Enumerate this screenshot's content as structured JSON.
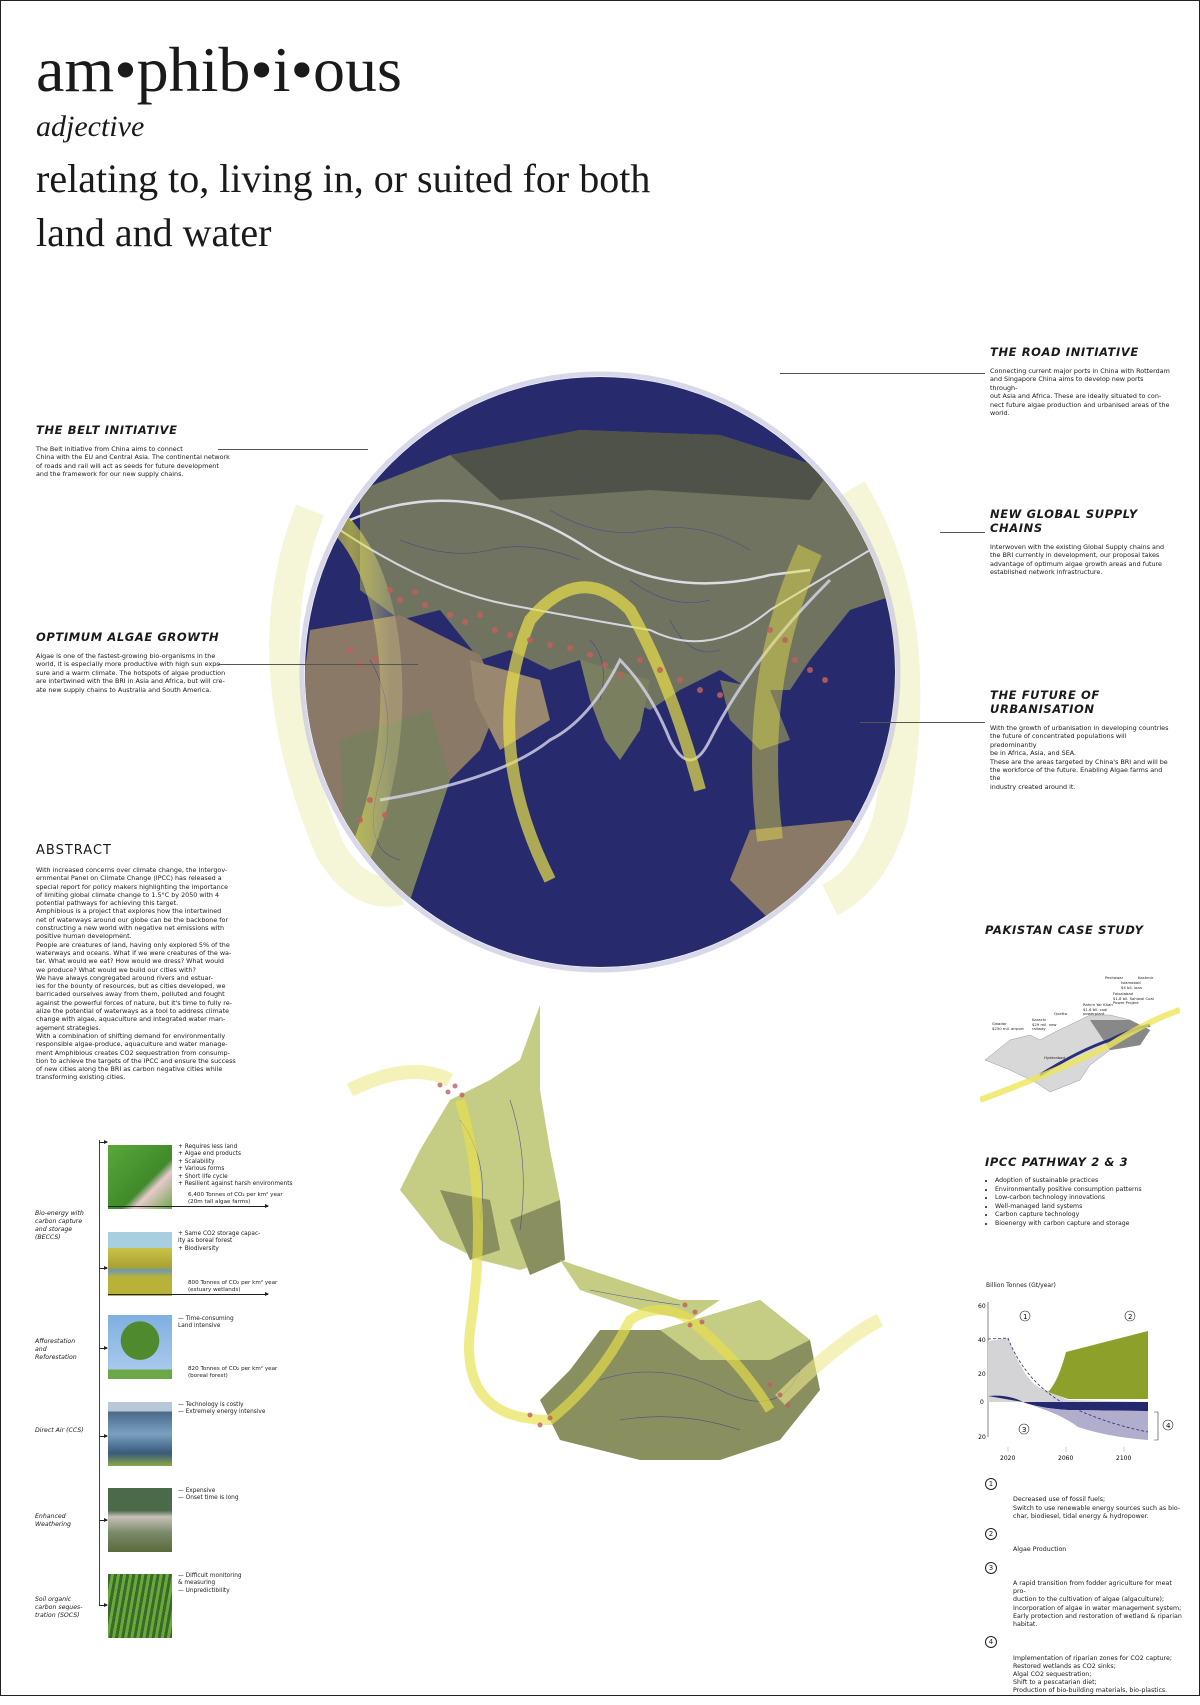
{
  "header": {
    "word": "am•phib•i•ous",
    "part_of_speech": "adjective",
    "definition": "relating to, living in, or suited for both land and water"
  },
  "sections": {
    "belt": {
      "title": "THE BELT INITIATIVE",
      "body": "The Belt initiative from China aims to connect\nChina with the EU and Central Asia. The continental network\nof roads and rail will act as seeds for future development\nand the framework for our new supply chains."
    },
    "road": {
      "title": "THE ROAD INITIATIVE",
      "body": "Connecting current major ports in China with Rotterdam\nand Singapore China aims to develop new ports through-\nout Asia and Africa. These are ideally situated to con-\nnect future algae production and urbanised areas of the\nworld."
    },
    "supply": {
      "title": "NEW GLOBAL SUPPLY CHAINS",
      "body": "Interwoven with the existing Global Supply chains and\nthe BRI currently in development, our proposal takes\nadvantage of optimum algae growth areas and future\nestablished network infrastructure."
    },
    "algae": {
      "title": "OPTIMUM ALGAE GROWTH",
      "body": "Algae is one of the fastest-growing bio-organisms in the\nworld, it is especially more productive with high sun expo-\nsure and a warm climate. The hotspots of algae production\nare intertwined with the BRI in Asia and Africa, but will cre-\nate new supply chains to Australia and South America."
    },
    "urban": {
      "title": "THE FUTURE OF URBANISATION",
      "body": "With the growth of urbanisation in developing countries\nthe future of concentrated populations will predominantly\nbe in Africa, Asia, and SEA.\nThese are the areas targeted by China's BRI and will be\nthe workforce of the future. Enabling Algae farms and the\nindustry created around it."
    },
    "abstract": {
      "title": "ABSTRACT",
      "body": "With increased concerns over climate change, the Intergov-\nernmental Panel on Climate Change (IPCC) has released a\nspecial report for policy makers highlighting the importance\nof limiting global climate change to 1.5°C by 2050 with 4\npotential pathways for achieving this target.\nAmphibious is a project that explores how the intertwined\nnet of waterways around our globe can be the backbone for\nconstructing a new world with negative net emissions with\npositive human development.\nPeople are creatures of land, having only explored 5% of the\nwaterways and oceans. What if we were creatures of the wa-\nter. What would we eat? How would we dress? What would\nwe produce?  What would we build our cities with?\nWe have always congregated around rivers and estuar-\nies for the bounty of resources, but as cities developed, we\nbarricaded ourselves away from them, polluted and fought\nagainst the powerful forces of nature, but it's time to fully re-\nalize the potential of waterways as a tool to address climate\nchange with algae, aquaculture and integrated water man-\nagement strategies.\nWith a combination of shifting demand for environmentally\nresponsible algae-produce, aquaculture and water manage-\nment Amphibious creates CO2 sequestration from consump-\ntion to achieve the targets of the IPCC and ensure the success\nof new cities along the BRI as carbon negative cities while\ntransforming existing cities."
    },
    "pakistan": {
      "title": "PAKISTAN CASE STUDY"
    },
    "ipcc": {
      "title": "IPCC PATHWAY 2 & 3",
      "items": [
        "Adoption of sustainable practices",
        "Environmentally positive consumption patterns",
        "Low-carbon technology innovations",
        "Well-managed land systems",
        "Carbon capture technology",
        "Bioenergy with carbon capture and storage"
      ]
    }
  },
  "pakistan_labels": {
    "gwadar": "Gwadar\n$250 mil. airport",
    "karachi": "Karachi\n$29 mil. new\nrailway",
    "quetta": "Quetta",
    "rahim": "Rahim Yar Khan\n$1.6 bil. coal\npowerplant",
    "hyderabad": "Hyderabad",
    "peshawar": "Peshawar",
    "islamabad": "Islamabad\n$4 bil. loan",
    "faisalabad": "Faisalabad\n$1.8 bil. Sahiwal Coal\nPower Project",
    "kashmir": "Kashmir"
  },
  "cdr": {
    "methods": [
      {
        "label": "Bio-energy with carbon capture and storage (BECCS)"
      },
      {
        "label": "Afforestation and Reforestation"
      },
      {
        "label": "Direct Air (CCS)"
      },
      {
        "label": "Enhanced Weathering"
      },
      {
        "label": "Soil organic carbon seques-tration (SOCS)"
      }
    ],
    "algae_notes": "+ Requires less land\n+ Algae end products\n+ Scalability\n+ Various forms\n+ Short life cycle\n+ Resilient against harsh environments",
    "algae_rate": "6,400 Tonnes of CO₂ per km² year\n(20m tall algae farms)",
    "wetland_notes": "+ Same CO2 storage capac-\n   ity as boreal forest\n+ Biodiversity",
    "wetland_rate": "800 Tonnes of CO₂ per km² year\n(estuary wetlands)",
    "forest_notes": "— Time-consuming\n   Land intensive",
    "forest_rate": "820 Tonnes of CO₂ per km² year\n(boreal forest)",
    "dac_notes": "— Technology is costly\n— Extremely energy intensive",
    "weathering_notes": "— Expensive\n— Onset time is long",
    "socs_notes": "— Difficult monitoring\n   & measuring\n— Unpredictibility"
  },
  "chart_data": {
    "type": "area",
    "title": "",
    "ylabel": "Billion Tonnes (Gt/year)",
    "xlabel": "",
    "x_ticks": [
      2020,
      2060,
      2100
    ],
    "y_ticks": [
      60,
      40,
      20,
      0,
      -20
    ],
    "ylim": [
      -20,
      60
    ],
    "xlim": [
      2010,
      2120
    ],
    "x": [
      2010,
      2020,
      2030,
      2040,
      2050,
      2060,
      2070,
      2080,
      2090,
      2100,
      2110,
      2120
    ],
    "series": [
      {
        "name": "1 Fossil fuel emissions (grey)",
        "color": "#d4d4d6",
        "values": [
          37,
          39,
          22,
          11,
          5,
          2,
          2,
          2,
          2,
          2,
          2,
          2
        ]
      },
      {
        "name": "2 Algae production (green)",
        "color": "#8da02a",
        "values": [
          0,
          0,
          0,
          8,
          14,
          32,
          34,
          36,
          38,
          40,
          42,
          44
        ]
      },
      {
        "name": "3 Agriculture / navy band",
        "color": "#24286e",
        "values": [
          4,
          3,
          0,
          -3,
          -4,
          -4,
          -4,
          -4,
          -5,
          -5,
          -5,
          -5
        ]
      },
      {
        "name": "4 Riparian / wetland CO2 capture (lavender)",
        "color": "#a7a4c8",
        "values": [
          0,
          0,
          -2,
          -7,
          -12,
          -16,
          -18,
          -19,
          -20,
          -20,
          -21,
          -21
        ]
      }
    ],
    "annotations": [
      "1",
      "2",
      "3",
      "4"
    ],
    "grid": false,
    "legend_position": "below"
  },
  "legend": {
    "items": [
      {
        "num": "1",
        "text": "Decreased use of fossil fuels;\nSwitch to use renewable energy sources such as bio-\nchar, biodiesel, tidal energy & hydropower."
      },
      {
        "num": "2",
        "text": "Algae Production"
      },
      {
        "num": "3",
        "text": "A rapid transition from fodder agriculture for meat pro-\nduction to the cultivation of algae (algaculture);\nIncorporation of algae in water management system;\nEarly protection and restoration of wetland & riparian\nhabitat."
      },
      {
        "num": "4",
        "text": "Implementation of riparian zones for CO2 capture;\nRestored wetlands as CO2 sinks;\nAlgal CO2 sequestration;\nShift to a pescatarian diet;\nProduction of bio-building materials, bio-plastics."
      }
    ]
  },
  "colors": {
    "ocean": "#272b6d",
    "land": "#7d8064",
    "algae_ribbon": "#e8e24a",
    "hotspot": "#c0605c",
    "route": "#e8e8f0",
    "americas_land": "#c5cc84"
  }
}
